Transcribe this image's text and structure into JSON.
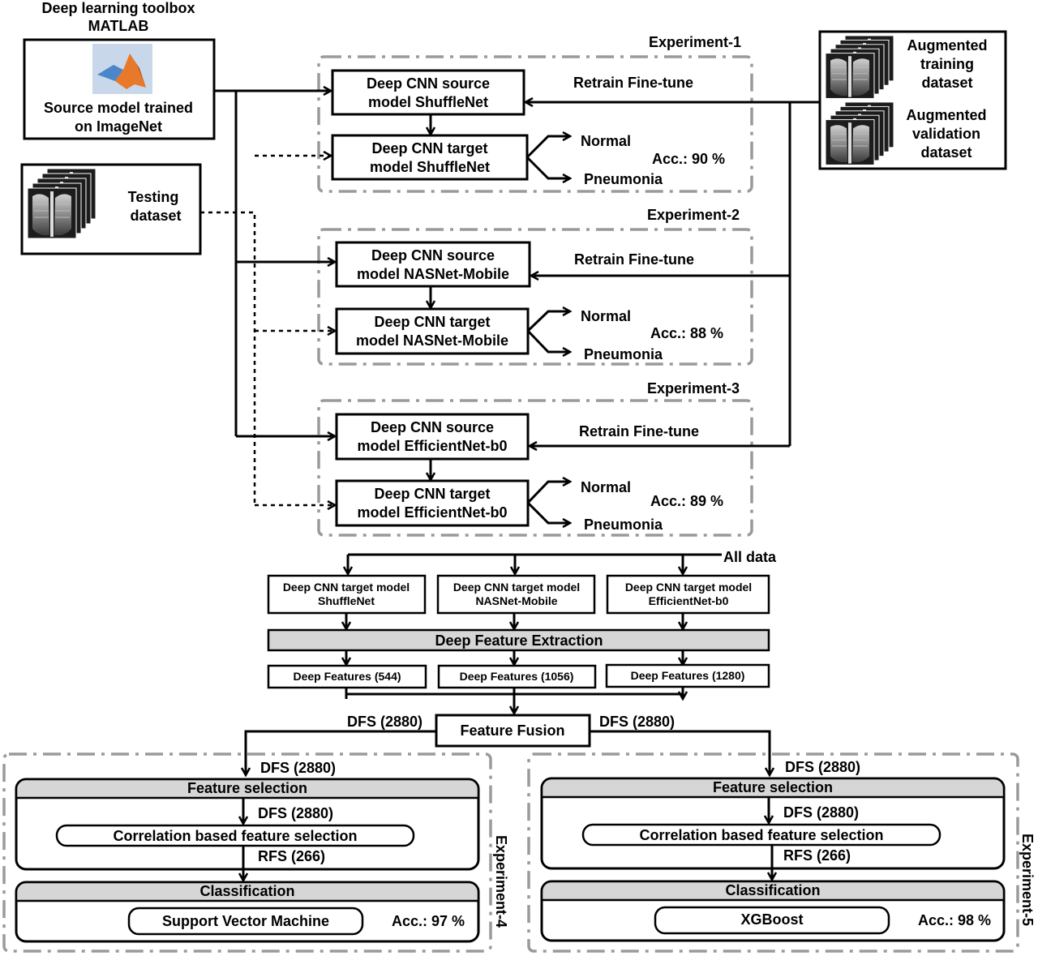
{
  "toolbox": {
    "line1": "Deep learning toolbox",
    "line2": "MATLAB",
    "icon": "matlab-logo-icon"
  },
  "source_model": {
    "line1": "Source model trained",
    "line2": "on ImageNet"
  },
  "testing": {
    "line1": "Testing",
    "line2": "dataset"
  },
  "augmented": {
    "training": [
      "Augmented",
      "training",
      "dataset"
    ],
    "validation": [
      "Augmented",
      "validation",
      "dataset"
    ]
  },
  "experiments": [
    {
      "label": "Experiment-1",
      "source": [
        "Deep CNN source",
        "model ShuffleNet"
      ],
      "target": [
        "Deep CNN target",
        "model ShuffleNet"
      ],
      "retrain": "Retrain Fine-tune",
      "normal": "Normal",
      "pneumonia": "Pneumonia",
      "acc": "Acc.: 90 %"
    },
    {
      "label": "Experiment-2",
      "source": [
        "Deep CNN source",
        "model NASNet-Mobile"
      ],
      "target": [
        "Deep CNN target",
        "model NASNet-Mobile"
      ],
      "retrain": "Retrain Fine-tune",
      "normal": "Normal",
      "pneumonia": "Pneumonia",
      "acc": "Acc.: 88 %"
    },
    {
      "label": "Experiment-3",
      "source": [
        "Deep CNN source",
        "model EfficientNet-b0"
      ],
      "target": [
        "Deep CNN target",
        "model EfficientNet-b0"
      ],
      "retrain": "Retrain Fine-tune",
      "normal": "Normal",
      "pneumonia": "Pneumonia",
      "acc": "Acc.: 89 %"
    }
  ],
  "all_data": "All data",
  "target_models": [
    [
      "Deep CNN target model",
      "ShuffleNet"
    ],
    [
      "Deep CNN target model",
      "NASNet-Mobile"
    ],
    [
      "Deep CNN target model",
      "EfficientNet-b0"
    ]
  ],
  "deep_feature_extraction": "Deep Feature Extraction",
  "deep_features": [
    "Deep Features (544)",
    "Deep Features (1056)",
    "Deep Features (1280)"
  ],
  "feature_fusion": "Feature Fusion",
  "dfs_label": "DFS (2880)",
  "classifiers": [
    {
      "experiment": "Experiment-4",
      "feature_selection": "Feature selection",
      "dfs_in": "DFS (2880)",
      "dfs_inner": "DFS (2880)",
      "cfs": "Correlation based feature selection",
      "rfs": "RFS (266)",
      "classification": "Classification",
      "model": "Support Vector Machine",
      "acc": "Acc.: 97 %"
    },
    {
      "experiment": "Experiment-5",
      "feature_selection": "Feature selection",
      "dfs_in": "DFS (2880)",
      "dfs_inner": "DFS (2880)",
      "cfs": "Correlation based feature selection",
      "rfs": "RFS (266)",
      "classification": "Classification",
      "model": "XGBoost",
      "acc": "Acc.: 98 %"
    }
  ]
}
